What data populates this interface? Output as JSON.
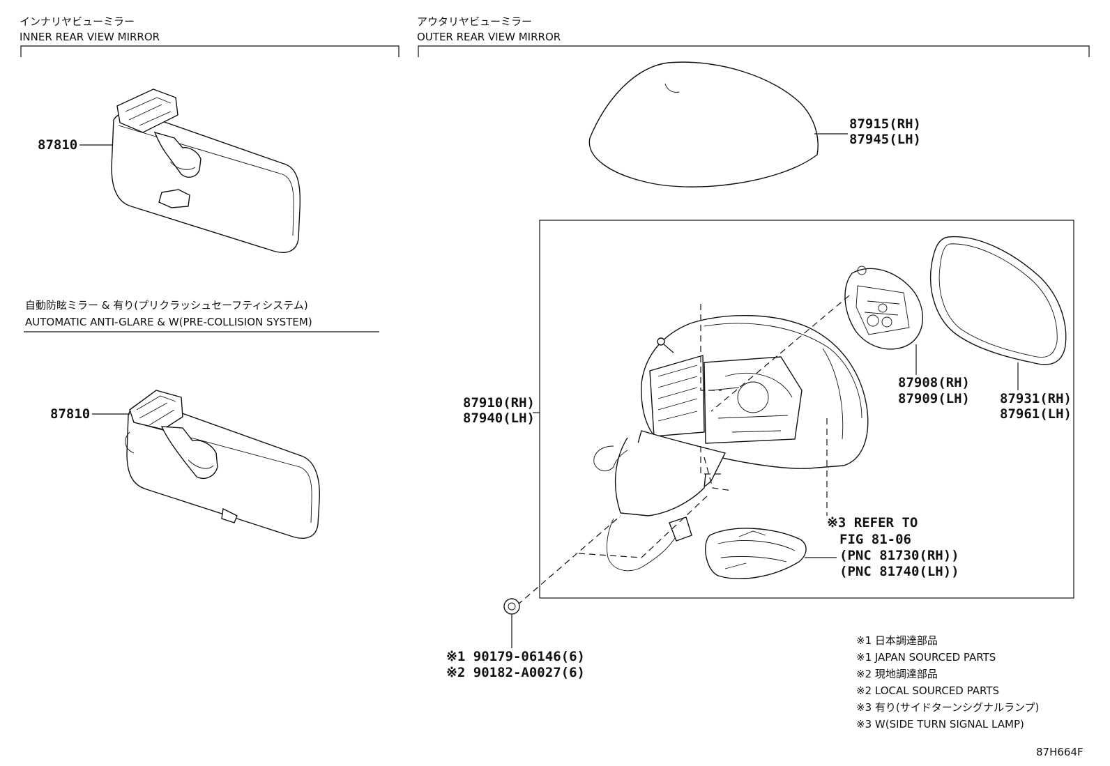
{
  "sections": {
    "inner": {
      "title_jp": "インナリヤビューミラー",
      "title_en": "INNER REAR VIEW MIRROR"
    },
    "outer": {
      "title_jp": "アウタリヤビューミラー",
      "title_en": "OUTER REAR VIEW MIRROR"
    },
    "anti_glare": {
      "title_jp": "自動防眩ミラー & 有り(プリクラッシュセーフティシステム)",
      "title_en": "AUTOMATIC ANTI-GLARE & W(PRE-COLLISION SYSTEM)"
    }
  },
  "parts": {
    "inner_mirror_1": "87810",
    "inner_mirror_2": "87810",
    "cover_rh": "87915(RH)",
    "cover_lh": "87945(LH)",
    "mirror_assy_rh": "87910(RH)",
    "mirror_assy_lh": "87940(LH)",
    "actuator_rh": "87908(RH)",
    "actuator_lh": "87909(LH)",
    "glass_rh": "87931(RH)",
    "glass_lh": "87961(LH)",
    "refer_1": "※3 REFER TO",
    "refer_2": "FIG 81-06",
    "refer_3": "(PNC 81730(RH))",
    "refer_4": "(PNC 81740(LH))",
    "clip_1": "※1 90179-06146(6)",
    "clip_2": "※2 90182-A0027(6)"
  },
  "notes": [
    "※1 日本調達部品",
    "※1 JAPAN SOURCED PARTS",
    "※2 現地調達部品",
    "※2 LOCAL SOURCED PARTS",
    "※3 有り(サイドターンシグナルランプ)",
    "※3 W(SIDE TURN SIGNAL LAMP)"
  ],
  "diagram_code": "87H664F"
}
